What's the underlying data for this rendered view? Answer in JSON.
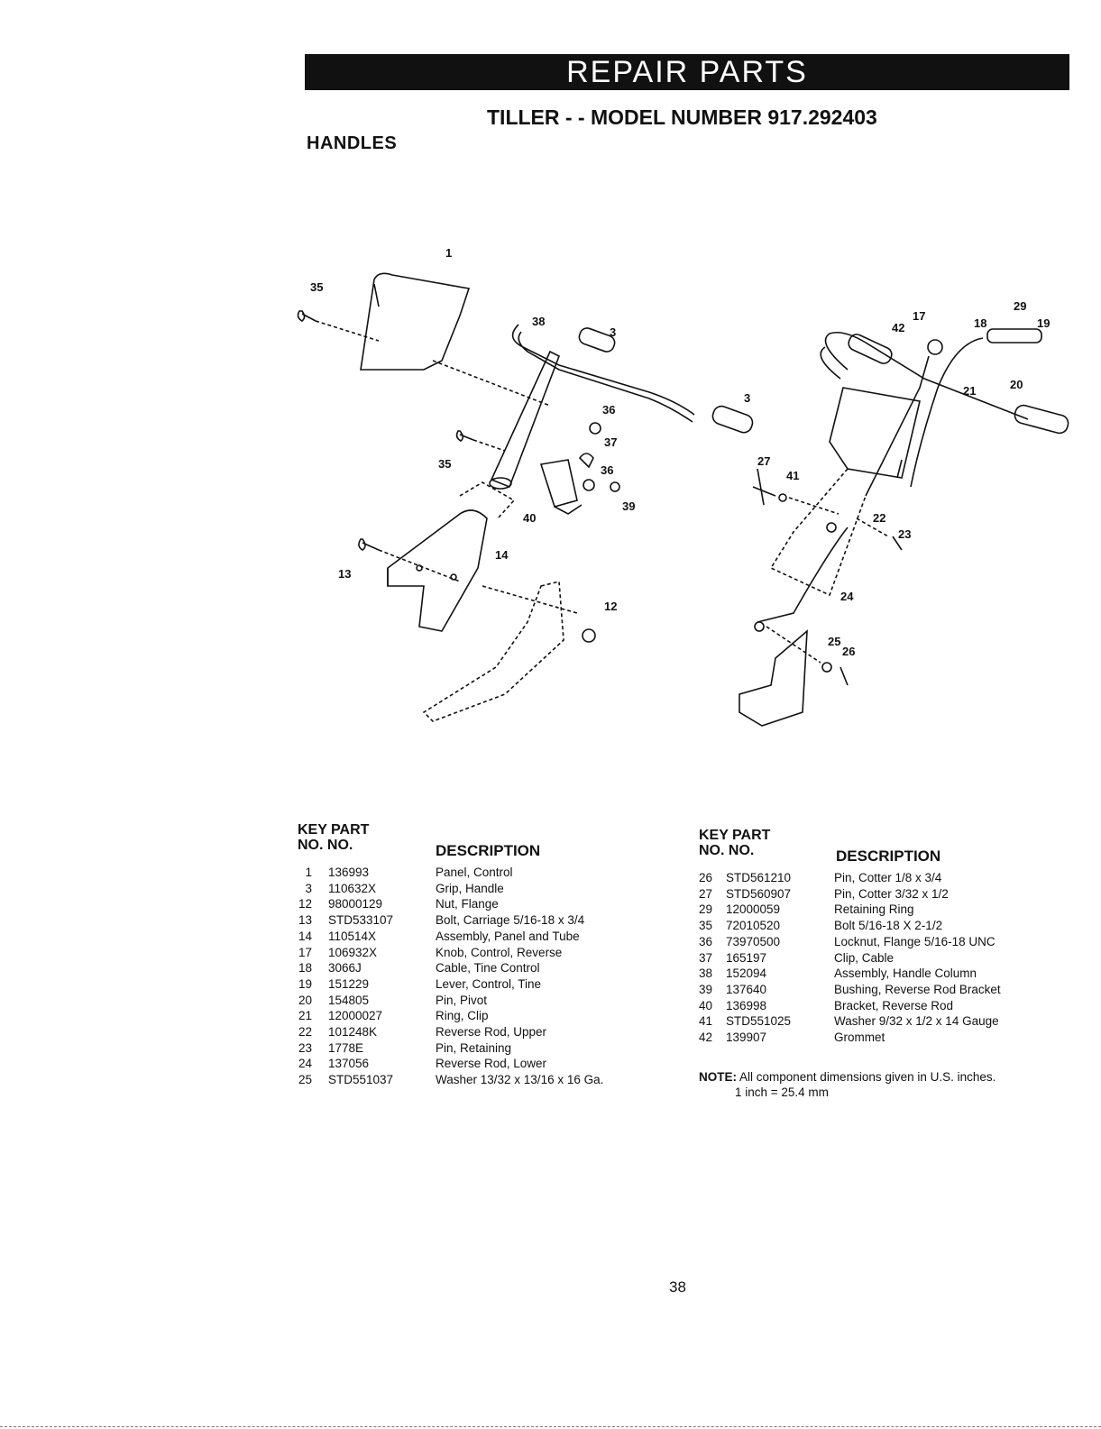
{
  "banner": "REPAIR PARTS",
  "model_title": "TILLER - - MODEL NUMBER 917.292403",
  "section": "HANDLES",
  "diagram_labels": {
    "l1": "1",
    "l35a": "35",
    "l38": "38",
    "l3a": "3",
    "l3b": "3",
    "l36a": "36",
    "l37": "37",
    "l35b": "35",
    "l36b": "36",
    "l39": "39",
    "l40": "40",
    "l13": "13",
    "l14": "14",
    "l12": "12",
    "l17": "17",
    "l42": "42",
    "l18": "18",
    "l29": "29",
    "l19": "19",
    "l21": "21",
    "l20": "20",
    "l27": "27",
    "l41": "41",
    "l22": "22",
    "l23": "23",
    "l24": "24",
    "l25": "25",
    "l26": "26"
  },
  "left_table": {
    "hdr_key": "KEY PART",
    "hdr_no": "NO.  NO.",
    "hdr_desc": "DESCRIPTION",
    "rows": [
      {
        "key": "1",
        "part": "136993",
        "desc": "Panel, Control"
      },
      {
        "key": "3",
        "part": "110632X",
        "desc": "Grip, Handle"
      },
      {
        "key": "12",
        "part": "98000129",
        "desc": "Nut, Flange"
      },
      {
        "key": "13",
        "part": "STD533107",
        "desc": "Bolt, Carriage  5/16-18 x 3/4"
      },
      {
        "key": "14",
        "part": "110514X",
        "desc": "Assembly, Panel and Tube"
      },
      {
        "key": "17",
        "part": "106932X",
        "desc": "Knob, Control, Reverse"
      },
      {
        "key": "18",
        "part": "3066J",
        "desc": "Cable, Tine Control"
      },
      {
        "key": "19",
        "part": "151229",
        "desc": "Lever, Control, Tine"
      },
      {
        "key": "20",
        "part": "154805",
        "desc": "Pin, Pivot"
      },
      {
        "key": "21",
        "part": "12000027",
        "desc": "Ring, Clip"
      },
      {
        "key": "22",
        "part": "101248K",
        "desc": "Reverse Rod, Upper"
      },
      {
        "key": "23",
        "part": "1778E",
        "desc": "Pin, Retaining"
      },
      {
        "key": "24",
        "part": "137056",
        "desc": "Reverse Rod, Lower"
      },
      {
        "key": "25",
        "part": "STD551037",
        "desc": "Washer  13/32 x 13/16 x 16 Ga."
      }
    ]
  },
  "right_table": {
    "hdr_key": "KEY PART",
    "hdr_no": "NO.  NO.",
    "hdr_desc": "DESCRIPTION",
    "rows": [
      {
        "key": "26",
        "part": "STD561210",
        "desc": "Pin, Cotter  1/8 x 3/4"
      },
      {
        "key": "27",
        "part": "STD560907",
        "desc": "Pin, Cotter  3/32 x 1/2"
      },
      {
        "key": "29",
        "part": "12000059",
        "desc": "Retaining Ring"
      },
      {
        "key": "35",
        "part": "72010520",
        "desc": "Bolt 5/16-18 X 2-1/2"
      },
      {
        "key": "36",
        "part": "73970500",
        "desc": "Locknut, Flange  5/16-18 UNC"
      },
      {
        "key": "37",
        "part": "165197",
        "desc": "Clip, Cable"
      },
      {
        "key": "38",
        "part": "152094",
        "desc": "Assembly, Handle Column"
      },
      {
        "key": "39",
        "part": "137640",
        "desc": "Bushing, Reverse Rod Bracket"
      },
      {
        "key": "40",
        "part": "136998",
        "desc": "Bracket, Reverse Rod"
      },
      {
        "key": "41",
        "part": "STD551025",
        "desc": "Washer  9/32 x 1/2 x 14 Gauge"
      },
      {
        "key": "42",
        "part": "139907",
        "desc": "Grommet"
      }
    ]
  },
  "note": {
    "label": "NOTE:",
    "text": " All component dimensions given in U.S. inches.",
    "line2": "1 inch = 25.4 mm"
  },
  "page_number": "38"
}
